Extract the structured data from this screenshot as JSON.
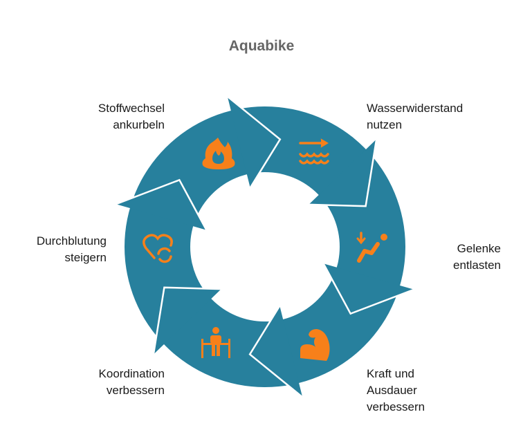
{
  "title": "Aquabike",
  "colors": {
    "ring": "#27809d",
    "icon": "#f7801a",
    "title": "#666666"
  },
  "steps": [
    {
      "label_lines": [
        "Wasserwiderstand",
        "nutzen"
      ],
      "icon": "water-resistance-icon"
    },
    {
      "label_lines": [
        "Gelenke",
        "entlasten"
      ],
      "icon": "seated-person-icon"
    },
    {
      "label_lines": [
        "Kraft und",
        "Ausdauer",
        "verbessern"
      ],
      "icon": "flexed-arm-icon"
    },
    {
      "label_lines": [
        "Koordination",
        "verbessern"
      ],
      "icon": "person-parallel-bars-icon"
    },
    {
      "label_lines": [
        "Durchblutung",
        "steigern"
      ],
      "icon": "heart-refresh-icon"
    },
    {
      "label_lines": [
        "Stoffwechsel",
        "ankurbeln"
      ],
      "icon": "fire-icon"
    }
  ]
}
